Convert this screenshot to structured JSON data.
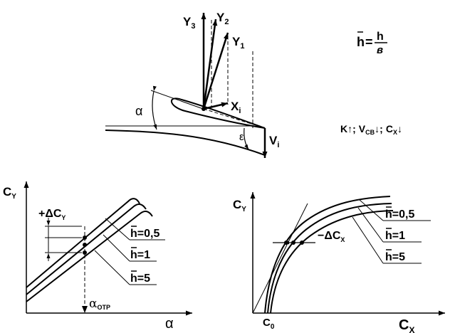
{
  "top": {
    "vectors": {
      "y3": "Y",
      "y3_sub": "3",
      "y2": "Y",
      "y2_sub": "2",
      "y1": "Y",
      "y1_sub": "1",
      "xi": "X",
      "xi_sub": "i",
      "vi": "V",
      "vi_sub": "i"
    },
    "angles": {
      "alpha": "α",
      "epsilon": "ε"
    },
    "formula": {
      "lhs": "h",
      "eq": "=",
      "num": "h",
      "den": "в"
    },
    "trend": {
      "k": "K",
      "arrow_up": "↑",
      "sep1": ";",
      "v": "V",
      "v_sub": "СВ",
      "arrow_down": "↓",
      "sep2": ";",
      "c": "C",
      "c_sub": "X",
      "arrow_down2": "↓"
    }
  },
  "left_chart": {
    "y_axis": "C",
    "y_axis_sub": "Y",
    "x_axis": "α",
    "delta": "+ΔC",
    "delta_sub": "Y",
    "alpha_label": "α",
    "alpha_sub": "ОТР",
    "curves": [
      {
        "h": "h",
        "label": "=0,5"
      },
      {
        "h": "h",
        "label": "=1"
      },
      {
        "h": "h",
        "label": "=5"
      }
    ]
  },
  "right_chart": {
    "y_axis": "C",
    "y_axis_sub": "Y",
    "x_axis": "C",
    "x_axis_sub": "X",
    "origin": "C",
    "origin_sub": "0",
    "delta": "−ΔC",
    "delta_sub": "X",
    "curves": [
      {
        "h": "h",
        "label": "=0,5"
      },
      {
        "h": "h",
        "label": "=1"
      },
      {
        "h": "h",
        "label": "=5"
      }
    ]
  }
}
